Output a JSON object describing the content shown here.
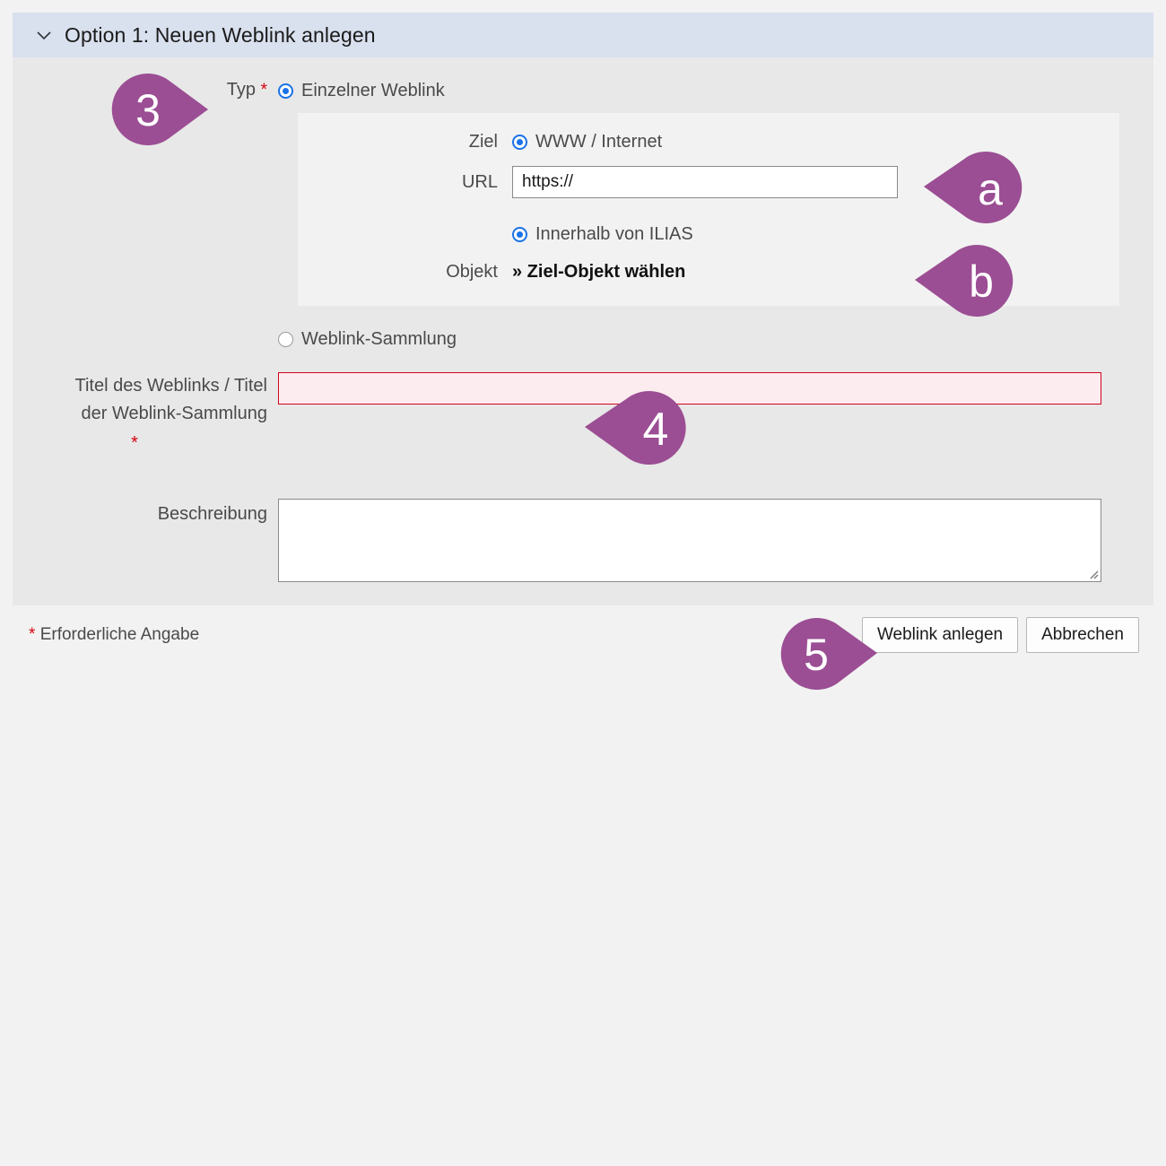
{
  "panel": {
    "header_title": "Option 1: Neuen Weblink anlegen",
    "chevron_icon": "chevron-down-icon"
  },
  "form": {
    "typ": {
      "label": "Typ",
      "required_mark": "*",
      "options": [
        {
          "label": "Einzelner Weblink",
          "selected": true
        },
        {
          "label": "Weblink-Sammlung",
          "selected": false
        }
      ]
    },
    "ziel": {
      "label": "Ziel",
      "options": [
        {
          "label": "WWW / Internet",
          "selected": true
        },
        {
          "label": "Innerhalb von ILIAS",
          "selected": true
        }
      ]
    },
    "url": {
      "label": "URL",
      "value": "https://",
      "placeholder": ""
    },
    "objekt": {
      "label": "Objekt",
      "link_text": "» Ziel-Objekt wählen"
    },
    "titel": {
      "label_line1": "Titel des Weblinks / Titel",
      "label_line2": "der Weblink-Sammlung",
      "required_mark": "*",
      "value": "",
      "placeholder": "",
      "has_error": true
    },
    "beschreibung": {
      "label": "Beschreibung",
      "value": "",
      "placeholder": ""
    }
  },
  "footer": {
    "required_star": "*",
    "required_note": "Erforderliche Angabe",
    "submit_label": "Weblink anlegen",
    "cancel_label": "Abbrechen"
  },
  "callouts": [
    {
      "name": "callout-3",
      "text": "3",
      "direction": "right"
    },
    {
      "name": "callout-a",
      "text": "a",
      "direction": "left"
    },
    {
      "name": "callout-b",
      "text": "b",
      "direction": "left"
    },
    {
      "name": "callout-4",
      "text": "4",
      "direction": "left"
    },
    {
      "name": "callout-5",
      "text": "5",
      "direction": "right"
    }
  ],
  "colors": {
    "callout_purple": "#9B4E93",
    "header_blue": "#D9E0EE",
    "panel_gray": "#E8E8E8",
    "subpanel_gray": "#F2F2F2",
    "error_red": "#D0021B",
    "error_bg": "#FDECEF",
    "radio_blue": "#1A73E8",
    "required_star": "#D8000C"
  }
}
